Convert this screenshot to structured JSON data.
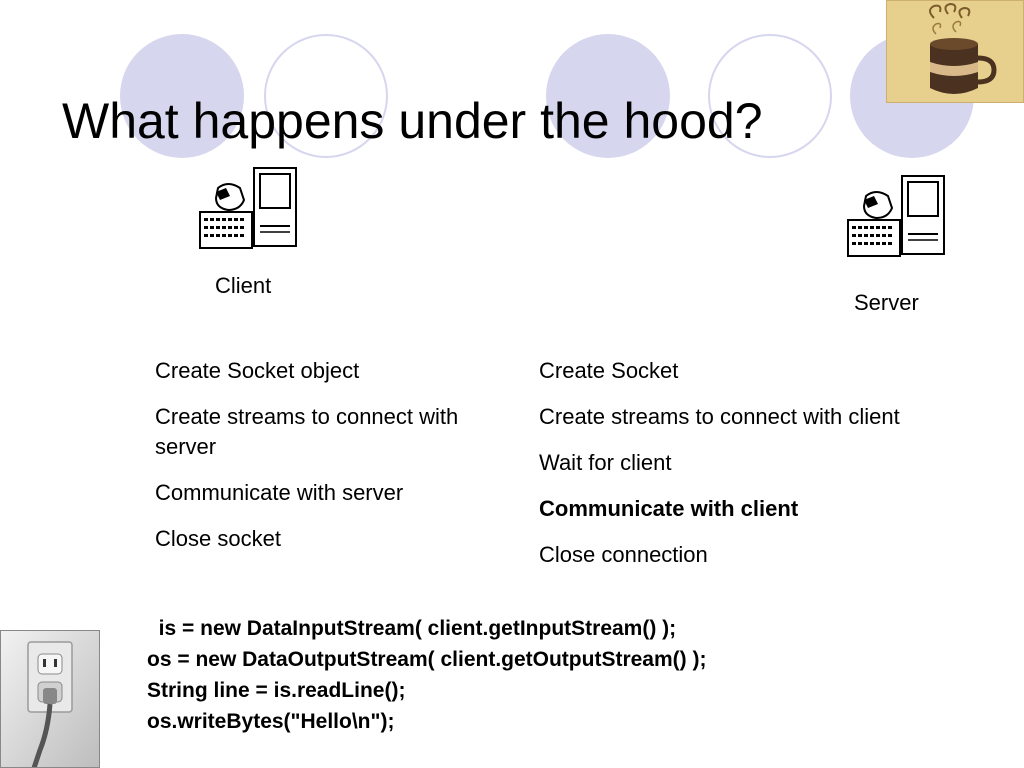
{
  "slide": {
    "title": "What happens under the hood?",
    "client": {
      "label": "Client",
      "steps": [
        {
          "text": "Create Socket object"
        },
        {
          "text": "Create streams to connect with server"
        },
        {
          "text": "Communicate with server"
        },
        {
          "text": "Close socket"
        }
      ]
    },
    "server": {
      "label": "Server",
      "steps": [
        {
          "text": "Create Socket"
        },
        {
          "text": "Create streams to connect with client"
        },
        {
          "text": "Wait for client"
        },
        {
          "text": "Communicate with client",
          "bold": true
        },
        {
          "text": "Close connection"
        }
      ]
    },
    "code_lines": [
      "  is = new DataInputStream( client.getInputStream() );",
      "os = new DataOutputStream( client.getOutputStream() );",
      "String line = is.readLine();",
      "os.writeBytes(\"Hello\\n\");"
    ],
    "icons": {
      "client": "computer-icon",
      "server": "computer-icon",
      "coffee": "coffee-cup-photo",
      "outlet": "power-outlet-photo"
    },
    "colors": {
      "circle": "#d6d6ee",
      "text": "#000000",
      "background": "#ffffff"
    }
  }
}
